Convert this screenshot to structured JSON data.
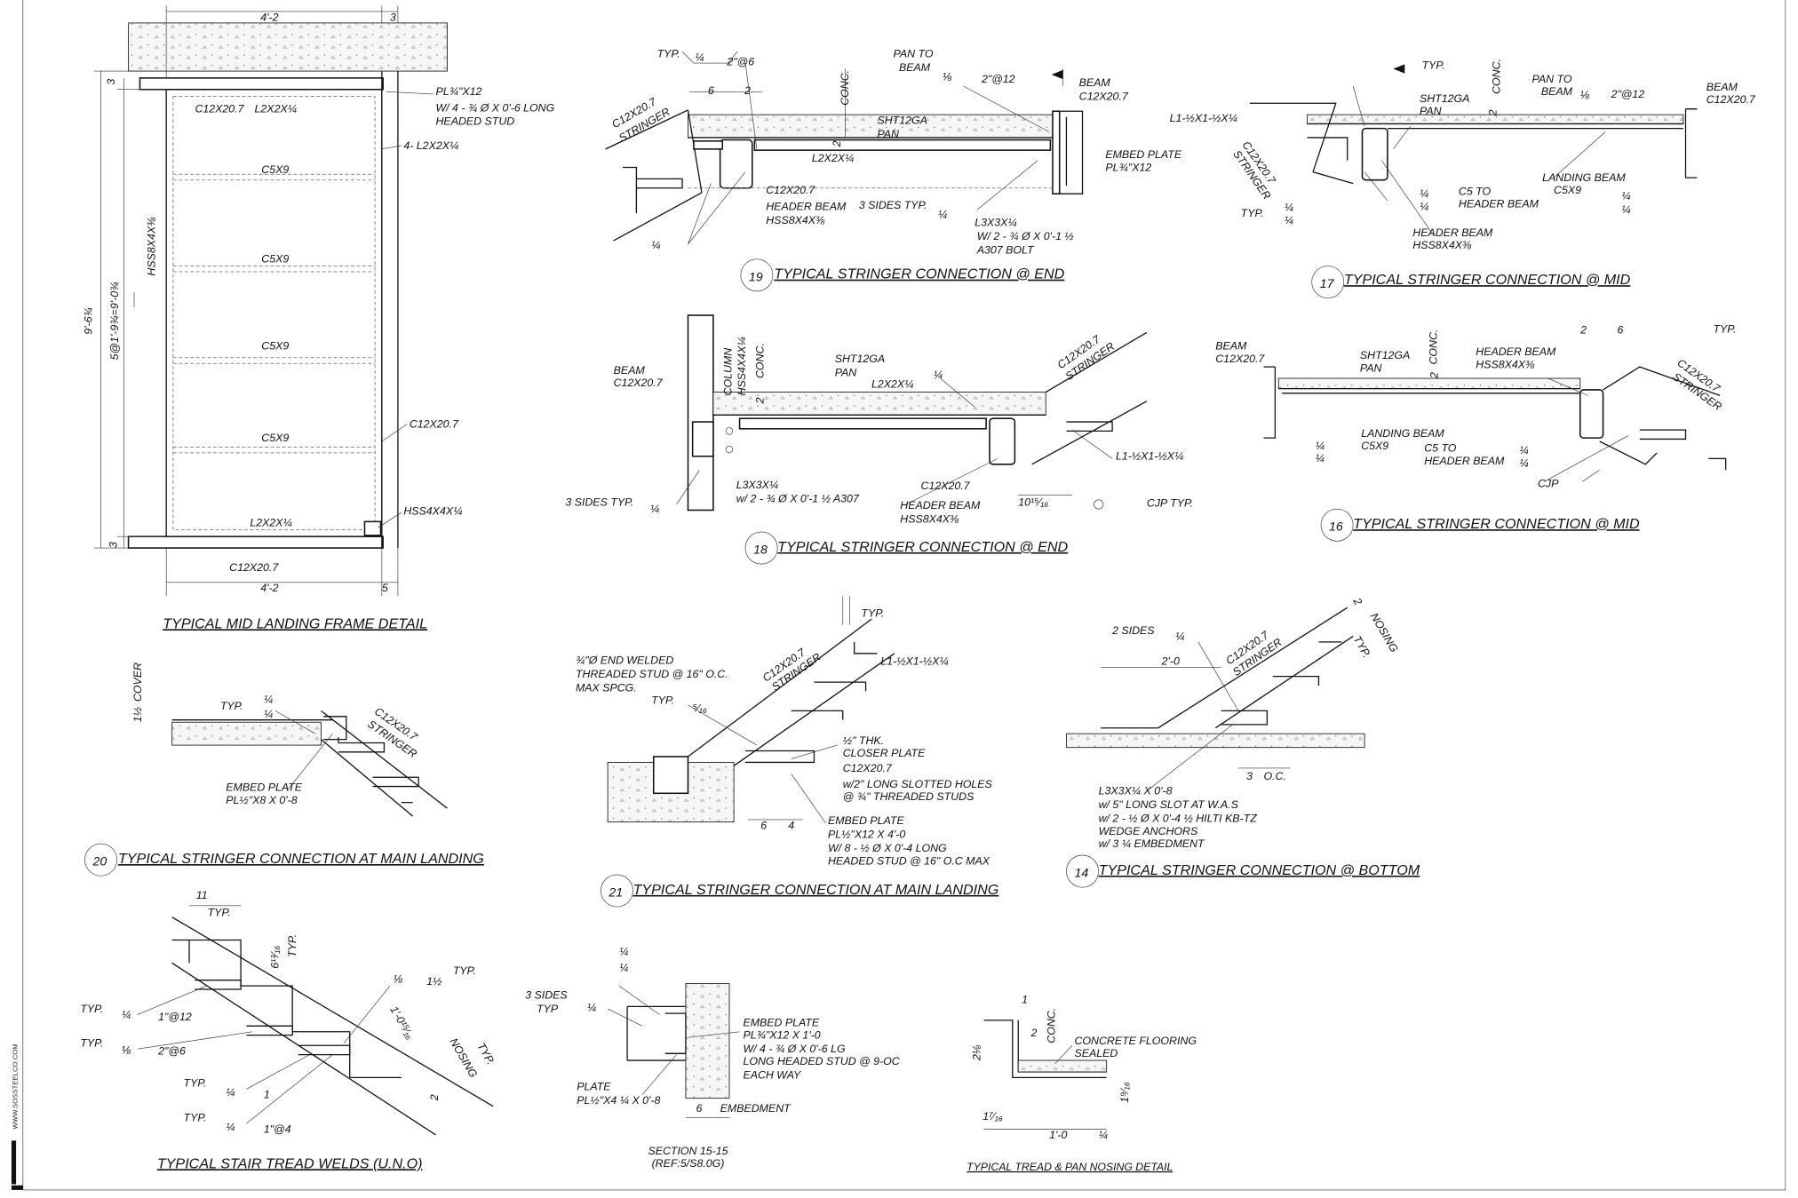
{
  "sheet": {
    "website": "WWW.SOSSTEELCO.COM"
  },
  "mid_landing": {
    "title": "TYPICAL MID LANDING FRAME DETAIL",
    "labels": [
      "4'-2",
      "3",
      "3",
      "9'-6¾",
      "5@1'-9¾=9'-0¾",
      "PL¾\"X12",
      "W/  4 - ¾ Ø X 0'-6  LONG",
      "HEADED  STUD",
      "C12X20.7",
      "L2X2X¼",
      "4- L2X2X¼",
      "C5X9",
      "HSS8X4X⅜",
      "C5X9",
      "C5X9",
      "C5X9",
      "C12X20.7",
      "HSS4X4X¼",
      "L2X2X¼",
      "3",
      "C12X20.7",
      "4'-2",
      "5"
    ]
  },
  "d19": {
    "num": "19",
    "title": "TYPICAL STRINGER CONNECTION @ END",
    "labels": [
      "TYP.",
      "¼",
      "2\"@6",
      "PAN TO",
      "BEAM",
      "⅛",
      "2\"@12",
      "CONC.",
      "SHT12GA",
      "PAN",
      "BEAM",
      "C12X20.7",
      "6",
      "2",
      "C12X20.7",
      "STRINGER",
      "L2X2X¼",
      "EMBED PLATE",
      "PL¾\"X12",
      "C12X20.7",
      "HEADER BEAM",
      "HSS8X4X⅜",
      "3 SIDES TYP.",
      "¼",
      "L3X3X¼",
      "W/  2 - ¾ Ø X 0'-1 ½",
      "A307 BOLT",
      "¼",
      "2"
    ]
  },
  "d17": {
    "num": "17",
    "title": "TYPICAL STRINGER CONNECTION @ MID",
    "labels": [
      "TYP.",
      "CONC.",
      "PAN TO",
      "BEAM",
      "⅛",
      "2\"@12",
      "BEAM",
      "C12X20.7",
      "L1-½X1-½X¼",
      "SHT12GA",
      "PAN",
      "2",
      "C12X20.7",
      "STRINGER",
      "LANDING BEAM",
      "C5X9",
      "¼",
      "¼",
      "C5 TO",
      "HEADER BEAM",
      "¼",
      "¼",
      "TYP.",
      "¼",
      "¼",
      "HEADER BEAM",
      "HSS8X4X⅜"
    ]
  },
  "d18": {
    "num": "18",
    "title": "TYPICAL STRINGER CONNECTION @ END",
    "labels": [
      "COLUMN",
      "HSS4X4X¼",
      "CONC.",
      "BEAM",
      "C12X20.7",
      "SHT12GA",
      "PAN",
      "L2X2X¼",
      "¼",
      "C12X20.7",
      "STRINGER",
      "2",
      "L3X3X¼",
      "w/ 2 - ¾ Ø X 0'-1 ½ A307",
      "C12X20.7",
      "HEADER BEAM",
      "HSS8X4X⅜",
      "10¹⁵⁄₁₆",
      "L1-½X1-½X¼",
      "CJP TYP.",
      "3 SIDES TYP.",
      "¼"
    ]
  },
  "d16": {
    "num": "16",
    "title": "TYPICAL STRINGER CONNECTION @ MID",
    "labels": [
      "BEAM",
      "C12X20.7",
      "SHT12GA",
      "PAN",
      "CONC.",
      "2",
      "HEADER BEAM",
      "HSS8X4X⅜",
      "2",
      "6",
      "TYP.",
      "C12X20.7",
      "STRINGER",
      "LANDING BEAM",
      "C5X9",
      "¼",
      "¼",
      "C5 TO",
      "HEADER BEAM",
      "¼",
      "¼",
      "CJP"
    ]
  },
  "d20": {
    "num": "20",
    "title": "TYPICAL STRINGER CONNECTION AT MAIN LANDING",
    "labels": [
      "COVER",
      "1½",
      "TYP.",
      "¼",
      "¼",
      "C12X20.7",
      "STRINGER",
      "EMBED PLATE",
      "PL½\"X8 X 0'-8"
    ]
  },
  "d21": {
    "num": "21",
    "title": "TYPICAL STRINGER CONNECTION AT MAIN LANDING",
    "labels": [
      "TYP.",
      "¾\"Ø END WELDED",
      "THREADED STUD @ 16\" O.C.",
      "MAX SPCG.",
      "TYP.",
      "⁵⁄₁₆",
      "C12X20.7",
      "STRINGER",
      "L1-½X1-½X¼",
      "½\" THK.",
      "CLOSER PLATE",
      "C12X20.7",
      "w/2\" LONG SLOTTED HOLES",
      "@ ¾\" THREADED STUDS",
      "6",
      "4",
      "EMBED PLATE",
      "PL½\"X12 X 4'-0",
      "W/  8 - ½ Ø X 0'-4 LONG",
      "HEADED  STUD @ 16\" O.C MAX"
    ]
  },
  "d14": {
    "num": "14",
    "title": "TYPICAL STRINGER CONNECTION @ BOTTOM",
    "labels": [
      "2 SIDES",
      "¼",
      "C12X20.7",
      "STRINGER",
      "2",
      "NOSING",
      "TYP.",
      "2'-0",
      "3",
      "O.C.",
      "L3X3X¼ X 0'-8",
      "w/  5\" LONG SLOT AT W.A.S",
      "w/  2 - ½ Ø X 0'-4 ½ HILTI KB-TZ",
      "WEDGE ANCHORS",
      "w/ 3 ¼ EMBEDMENT"
    ]
  },
  "tread_welds": {
    "title": "TYPICAL STAIR TREAD WELDS (U.N.O)",
    "labels": [
      "11",
      "TYP.",
      "6¹³⁄₁₆",
      "TYP.",
      "⅛",
      "1½",
      "TYP.",
      "TYP.",
      "¼",
      "1\"@12",
      "1'-0¹⁵⁄₁₆",
      "TYP.",
      "⅛",
      "2\"@6",
      "NOSING",
      "TYP.",
      "TYP.",
      "¼",
      "1",
      "2",
      "TYP.",
      "¼",
      "1\"@4"
    ]
  },
  "section": {
    "labels": [
      "¼",
      "¼",
      "3 SIDES",
      "TYP",
      "¼",
      "EMBED PLATE",
      "PL¾\"X12 X 1'-0",
      "W/  4 - ¾ Ø X 0'-6 LG",
      "LONG HEADED  STUD @ 9-OC",
      "EACH WAY",
      "PLATE",
      "PL½\"X4 ¼ X 0'-8",
      "6",
      "EMBEDMENT",
      "SECTION 15-15",
      "(REF:5/S8.0G)"
    ]
  },
  "nosing": {
    "title": "TYPICAL TREAD & PAN NOSING DETAIL",
    "labels": [
      "1",
      "2",
      "CONC.",
      "CONCRETE FLOORING",
      "SEALED",
      "2⅛",
      "1⁹⁄₁₆",
      "1⁷⁄₁₆",
      "1'-0",
      "¼"
    ]
  }
}
